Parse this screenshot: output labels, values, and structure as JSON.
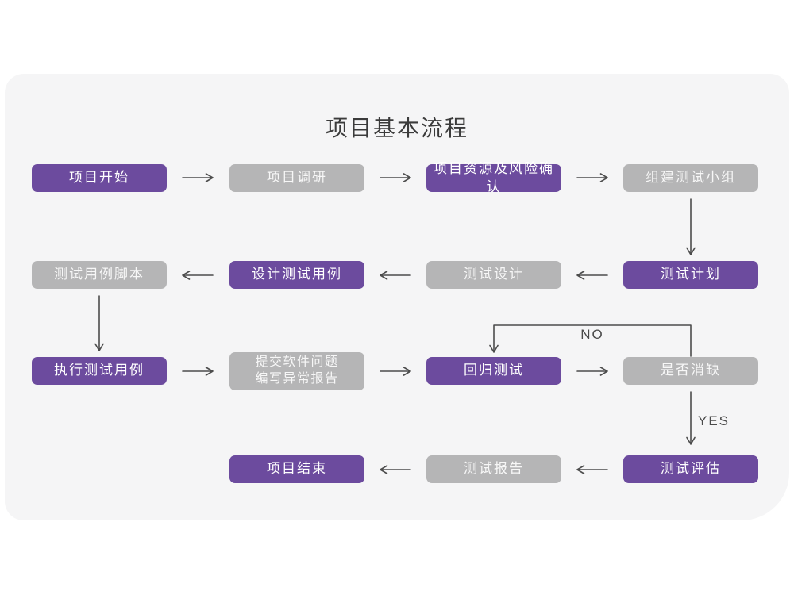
{
  "title": "项目基本流程",
  "colors": {
    "purple_node": "#6c4b9e",
    "gray_node": "#b5b5b6",
    "card_background": "#f5f5f6",
    "page_background": "#ffffff",
    "arrow": "#4d4d4d",
    "title_text": "#3b3b3b",
    "node_text": "#ffffff"
  },
  "branch_labels": {
    "no": "NO",
    "yes": "YES"
  },
  "nodes": {
    "start": {
      "label": "项目开始",
      "variant": "purple"
    },
    "research": {
      "label": "项目调研",
      "variant": "gray"
    },
    "risk": {
      "label": "项目资源及风险确认",
      "variant": "purple"
    },
    "team": {
      "label": "组建测试小组",
      "variant": "gray"
    },
    "script": {
      "label": "测试用例脚本",
      "variant": "gray"
    },
    "case_design": {
      "label": "设计测试用例",
      "variant": "purple"
    },
    "test_design": {
      "label": "测试设计",
      "variant": "gray"
    },
    "plan": {
      "label": "测试计划",
      "variant": "purple"
    },
    "execute": {
      "label": "执行测试用例",
      "variant": "purple"
    },
    "issue_report": {
      "label": "提交软件问题\n编写异常报告",
      "variant": "gray"
    },
    "regression": {
      "label": "回归测试",
      "variant": "purple"
    },
    "defect_check": {
      "label": "是否消缺",
      "variant": "gray"
    },
    "evaluate": {
      "label": "测试评估",
      "variant": "purple"
    },
    "report": {
      "label": "测试报告",
      "variant": "gray"
    },
    "end": {
      "label": "项目结束",
      "variant": "purple"
    }
  }
}
